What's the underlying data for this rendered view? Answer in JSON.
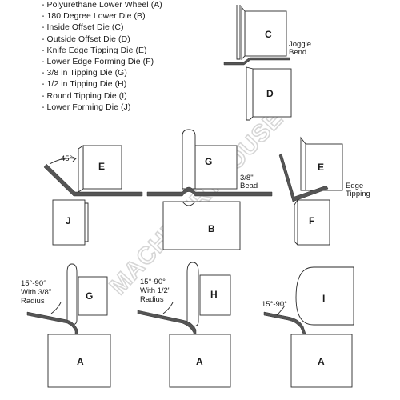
{
  "legend": [
    "- Polyurethane Lower Wheel (A)",
    "- 180 Degree Lower Die (B)",
    "- Inside Offset Die (C)",
    "- Outside Offset Die (D)",
    "- Knife Edge Tipping Die (E)",
    "- Lower Edge Forming Die (F)",
    "- 3/8 in Tipping Die (G)",
    "- 1/2 in Tipping Die (H)",
    "- Round Tipping Die (I)",
    "- Lower Forming Die (J)"
  ],
  "labels": {
    "A": "A",
    "B": "B",
    "C": "C",
    "D": "D",
    "E": "E",
    "F": "F",
    "G": "G",
    "H": "H",
    "I": "I",
    "J": "J"
  },
  "notes": {
    "joggle_1": "Joggle",
    "joggle_2": "Bend",
    "angle_45": "45°",
    "bead_1": "3/8\"",
    "bead_2": "Bead",
    "edge_1": "Edge",
    "edge_2": "Tipping",
    "g_angle": "15°-90°",
    "g_with": "With 3/8\"",
    "g_radius": "Radius",
    "h_angle": "15°-90°",
    "h_with": "With 1/2\"",
    "h_radius": "Radius",
    "i_angle": "15°-90°"
  },
  "watermark": "MACHINERYHOUSE"
}
